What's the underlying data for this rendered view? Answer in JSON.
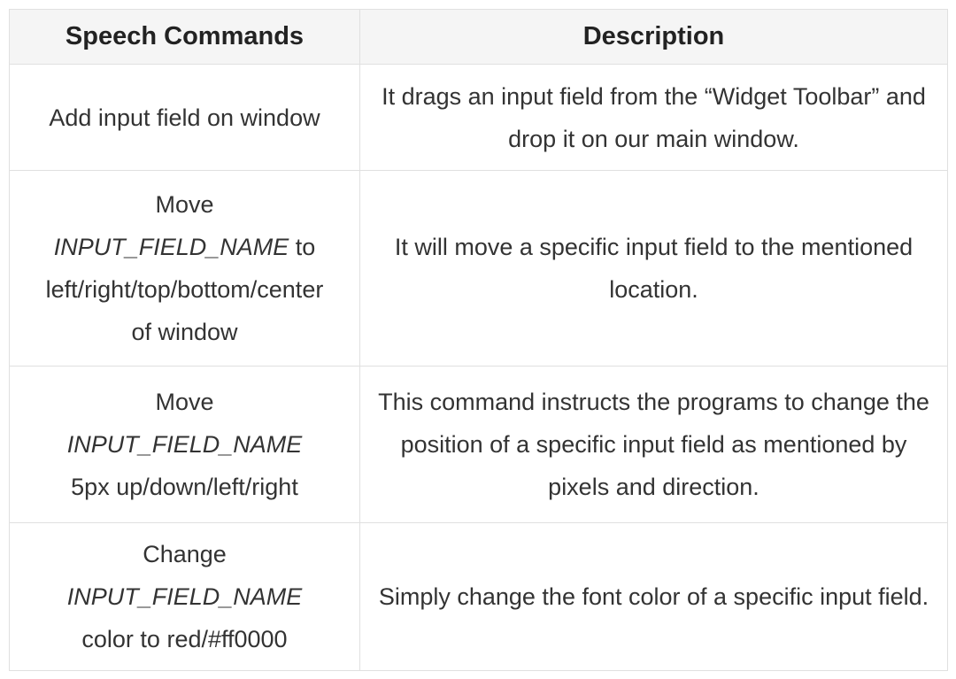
{
  "theme": {
    "border_color": "#e0e0e0",
    "header_background": "#f5f5f5",
    "header_text_color": "#222222",
    "body_text_color": "#333333"
  },
  "table": {
    "headers": [
      {
        "label": "Speech Commands"
      },
      {
        "label": "Description"
      }
    ],
    "rows": [
      {
        "command": [
          {
            "text": "Add input field on window",
            "italic": false
          }
        ],
        "description": "It drags an input field from the “Widget Toolbar” and drop it on our main window."
      },
      {
        "command": [
          {
            "text": "Move\n",
            "italic": false
          },
          {
            "text": "INPUT_FIELD_NAME",
            "italic": true
          },
          {
            "text": " to\nleft/right/top/bottom/center\nof window",
            "italic": false
          }
        ],
        "description": "It will move a specific input field to the mentioned location."
      },
      {
        "command": [
          {
            "text": "Move\n",
            "italic": false
          },
          {
            "text": "INPUT_FIELD_NAME",
            "italic": true
          },
          {
            "text": "\n5px up/down/left/right",
            "italic": false
          }
        ],
        "description": "This command instructs the programs to change the position of a specific input field as mentioned by pixels and direction."
      },
      {
        "command": [
          {
            "text": "Change\n",
            "italic": false
          },
          {
            "text": "INPUT_FIELD_NAME",
            "italic": true
          },
          {
            "text": "\ncolor to red/#ff0000",
            "italic": false
          }
        ],
        "description": "Simply change the font color of a specific input field."
      }
    ]
  }
}
